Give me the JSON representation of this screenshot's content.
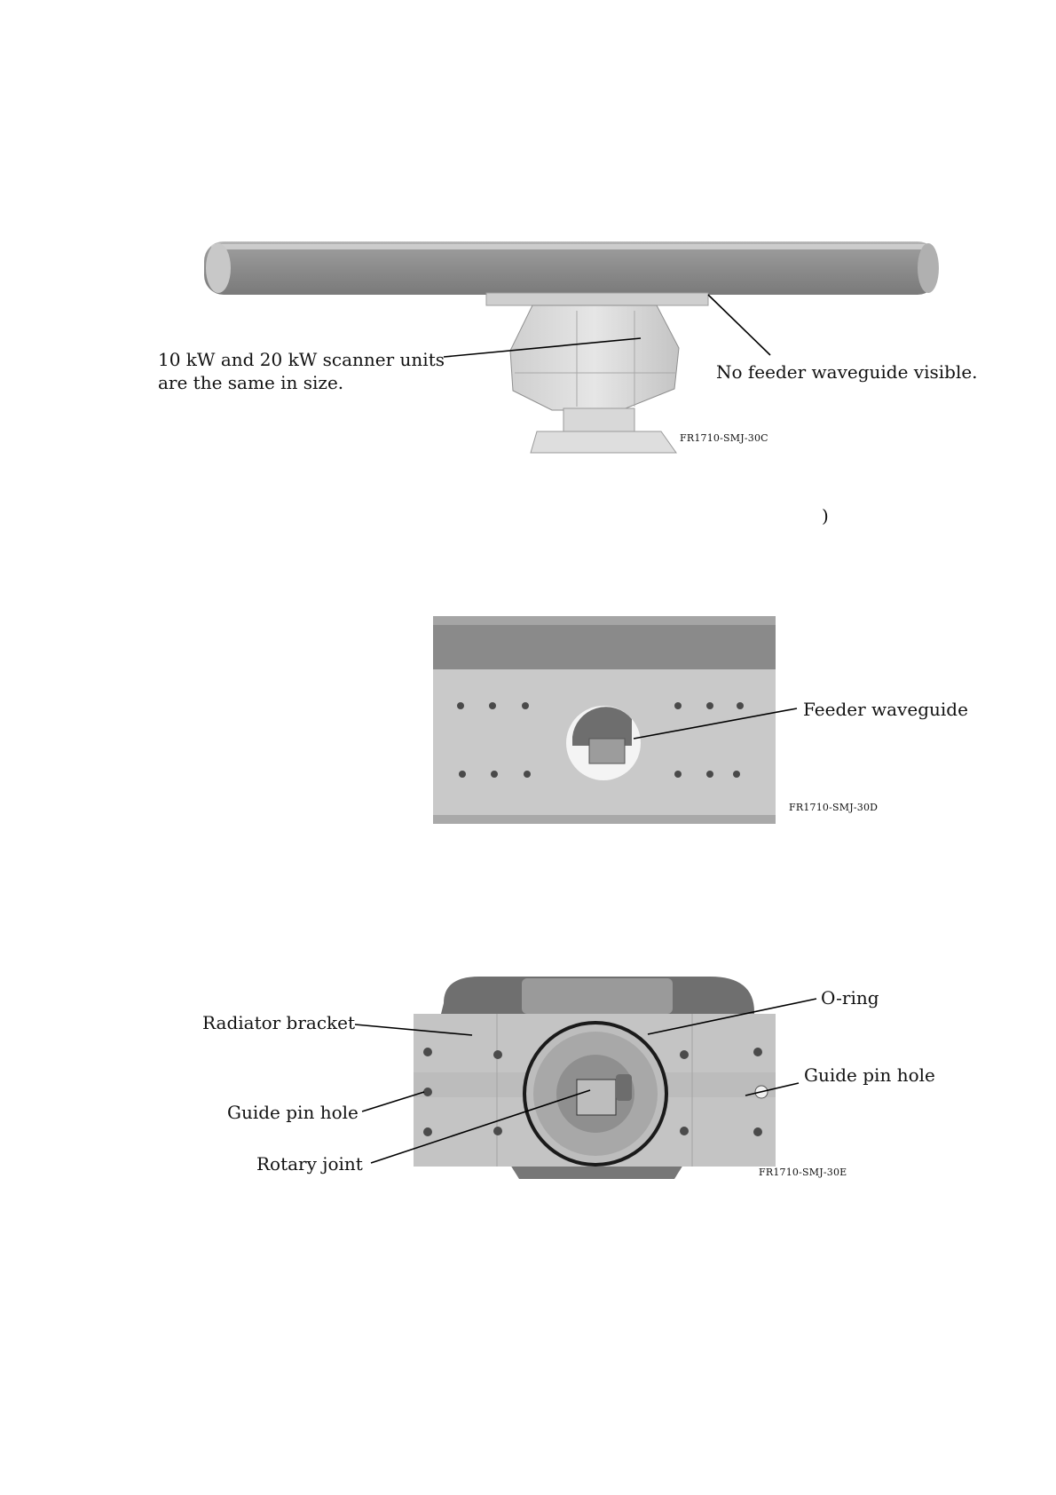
{
  "figure1": {
    "label_size_line1": "10 kW and 20 kW scanner units",
    "label_size_line2": "are the same in size.",
    "label_no_feeder": "No feeder waveguide visible.",
    "code": "FR1710-SMJ-30C"
  },
  "stray_mark": ")",
  "figure2": {
    "label_feeder": "Feeder waveguide",
    "code": "FR1710-SMJ-30D"
  },
  "figure3": {
    "label_oring": "O-ring",
    "label_radiator_bracket": "Radiator bracket",
    "label_guide_pin_right": "Guide pin hole",
    "label_guide_pin_left": "Guide pin hole",
    "label_rotary_joint": "Rotary joint",
    "code": "FR1710-SMJ-30E"
  }
}
